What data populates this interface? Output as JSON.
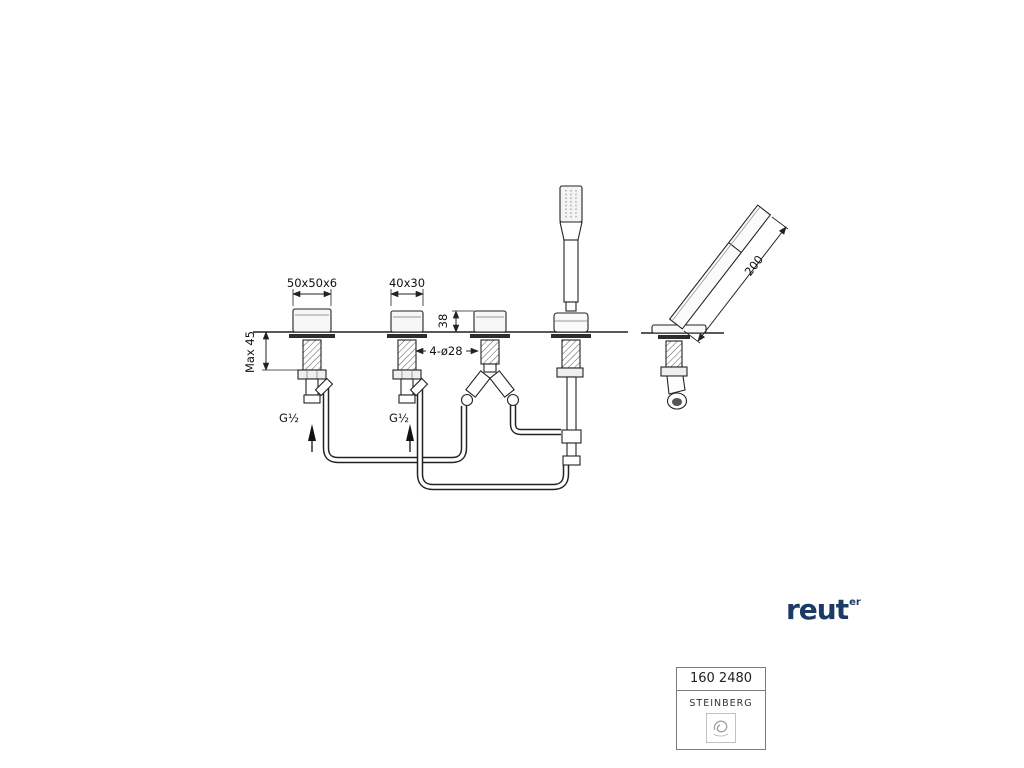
{
  "drawing": {
    "dims": {
      "knob1": "50x50x6",
      "knob2": "40x30",
      "height38": "38",
      "max45": "Max 45",
      "holes": "4-ø28",
      "inlet_left": "G½",
      "inlet_right": "G½",
      "shower_length": "200"
    }
  },
  "brand": {
    "main": "reut",
    "sup": "er"
  },
  "product": {
    "code": "160 2480",
    "name": "STEINBERG"
  }
}
